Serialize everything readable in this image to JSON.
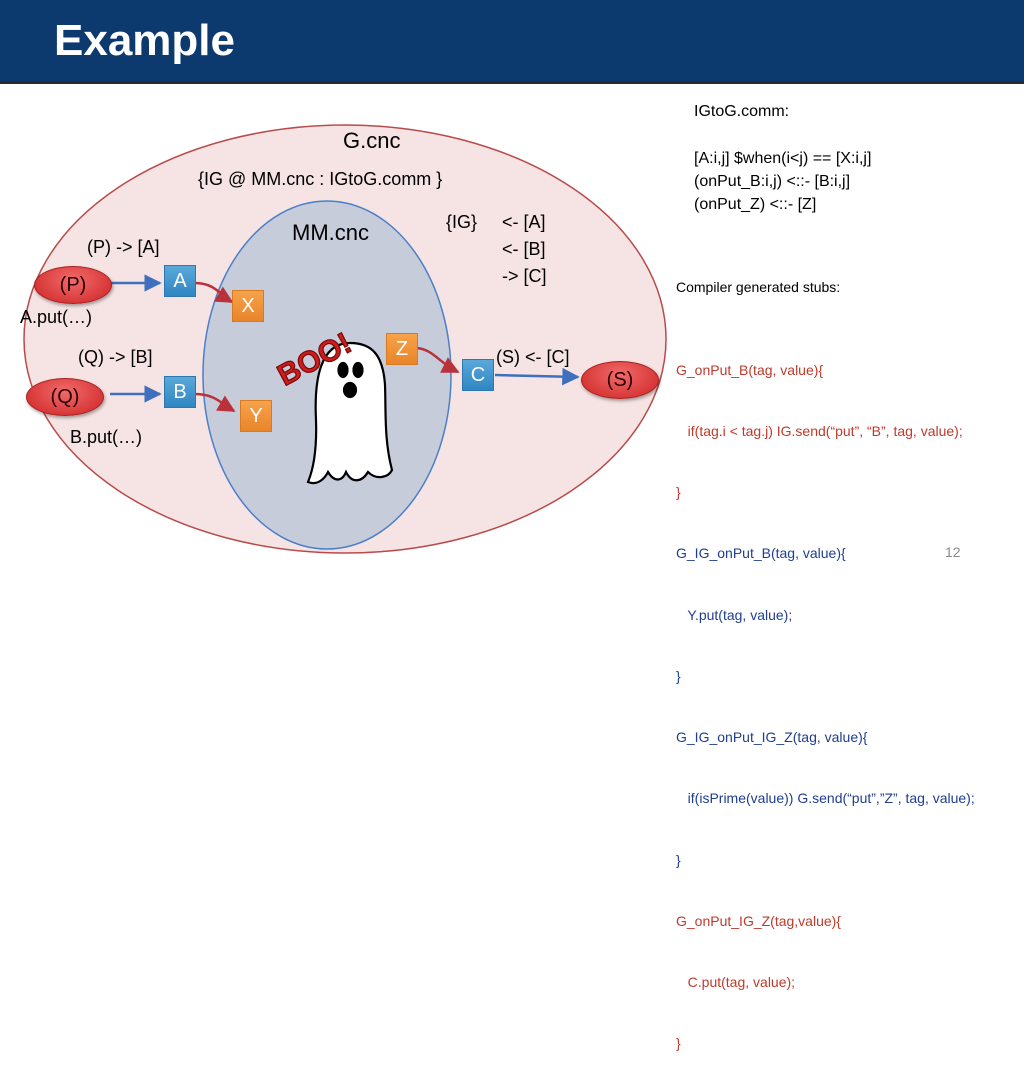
{
  "slide": {
    "title": "Example",
    "page_number": "12"
  },
  "diagram": {
    "outer_label": "G.cnc",
    "outer_desc": "{IG @ MM.cnc : IGtoG.comm }",
    "inner_label": "MM.cnc",
    "ig_label": "{IG}",
    "ig_ports": [
      "<- [A]",
      "<- [B]",
      "-> [C]"
    ],
    "p_rule": "(P) -> [A]",
    "q_rule": "(Q) -> [B]",
    "s_rule": "(S) <- [C]",
    "a_put": "A.put(…)",
    "b_put": "B.put(…)",
    "producers": {
      "p": "(P)",
      "q": "(Q)",
      "s": "(S)"
    },
    "boxes": {
      "a": "A",
      "b": "B",
      "c": "C",
      "x": "X",
      "y": "Y",
      "z": "Z"
    },
    "boo": "BOO!",
    "colors": {
      "title_bar": "#0c3a6e",
      "outer_fill": "#f6e3e3",
      "inner_fill": "#c7ccdb",
      "blue_box": "#3b8fc9",
      "orange_box": "#f0922f",
      "producer": "#d92c2c",
      "arrow_blue": "#3f6fbf",
      "arrow_red": "#b8323c"
    }
  },
  "comm": {
    "heading": "IGtoG.comm:",
    "lines": [
      "[A:i,j] $when(i<j) == [X:i,j]",
      "(onPut_B:i,j) <::- [B:i,j]",
      "(onPut_Z) <::- [Z]"
    ]
  },
  "stubs": {
    "heading": "Compiler generated stubs:",
    "lines": [
      "G_onPut_B(tag, value){",
      "   if(tag.i < tag.j) IG.send(“put”, “B”, tag, value);",
      "}",
      "G_IG_onPut_B(tag, value){",
      "   Y.put(tag, value);",
      "}",
      "G_IG_onPut_IG_Z(tag, value){",
      "   if(isPrime(value)) G.send(“put”,”Z”, tag, value);",
      "}",
      "G_onPut_IG_Z(tag,value){",
      "   C.put(tag, value);",
      "}"
    ]
  }
}
